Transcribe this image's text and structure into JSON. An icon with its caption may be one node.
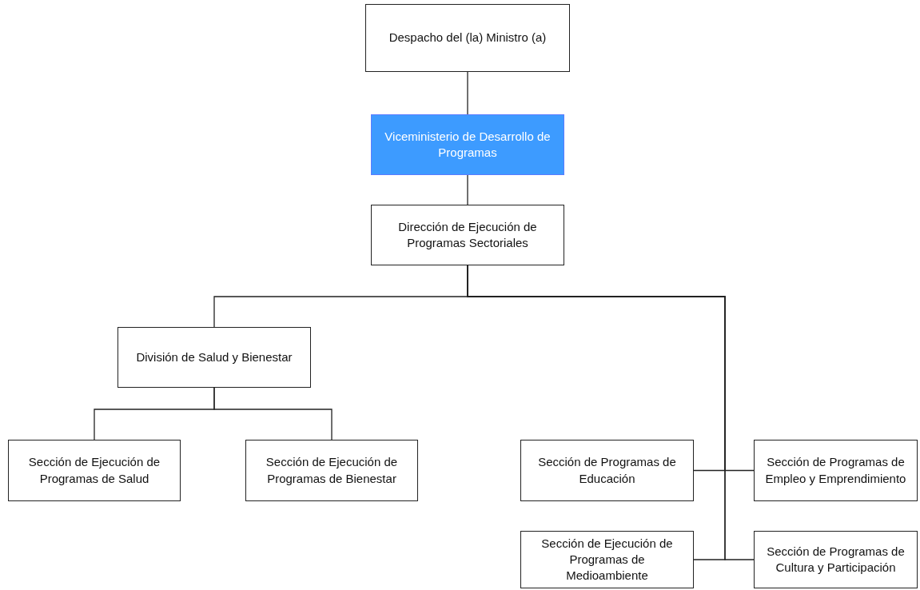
{
  "diagram": {
    "nodes": [
      {
        "text": [
          "Despacho del (la) Ministro (a)"
        ]
      },
      {
        "text": [
          "Viceministerio de Desarrollo de Programas"
        ]
      },
      {
        "text": [
          "Dirección de Ejecución de Programas Sectoriales"
        ]
      },
      {
        "text": [
          "División de Salud y Bienestar"
        ]
      },
      {
        "text": [
          "Sección de Ejecución de Programas de Salud"
        ]
      },
      {
        "text": [
          "Sección de Ejecución de Programas de Bienestar"
        ]
      },
      {
        "text": [
          "Sección de Programas de Educación"
        ]
      },
      {
        "text": [
          "Sección de Programas de Empleo y Emprendimiento"
        ]
      },
      {
        "text": [
          "Sección de Ejecución de Programas de Medioambiente"
        ]
      },
      {
        "text": [
          "Sección de Programas de Cultura y Participación"
        ]
      }
    ],
    "edges": [
      {
        "from": 0,
        "to": 1,
        "arrow": "none"
      },
      {
        "from": 1,
        "to": 2,
        "arrow": "none"
      },
      {
        "from": 2,
        "to": 3,
        "arrow": "none"
      },
      {
        "from": 2,
        "to": 6,
        "arrow": "none"
      },
      {
        "from": 2,
        "to": 7,
        "arrow": "none"
      },
      {
        "from": 2,
        "to": 8,
        "arrow": "none"
      },
      {
        "from": 2,
        "to": 9,
        "arrow": "none"
      },
      {
        "from": 3,
        "to": 4,
        "arrow": "none"
      },
      {
        "from": 3,
        "to": 5,
        "arrow": "none"
      }
    ]
  }
}
